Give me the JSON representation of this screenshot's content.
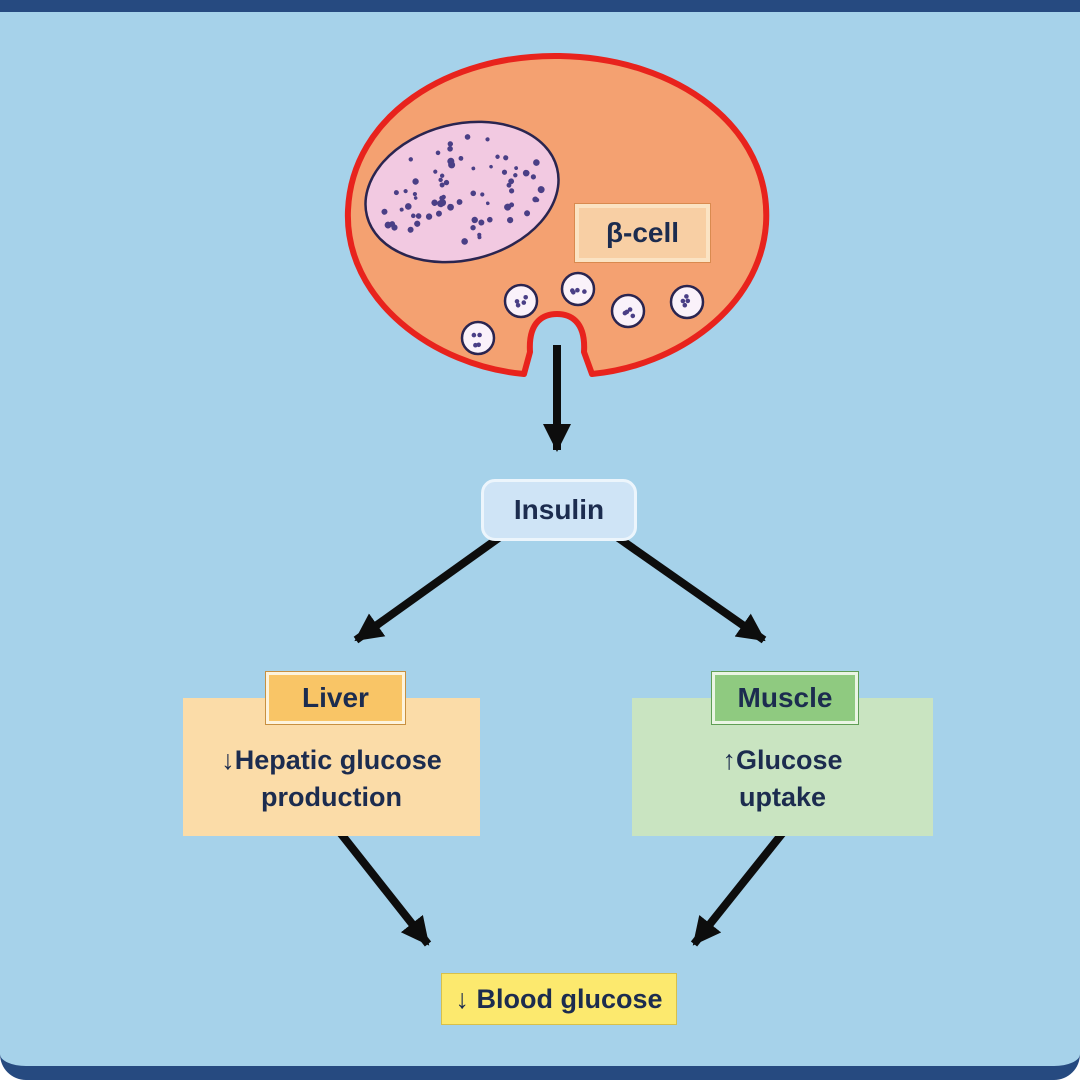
{
  "diagram": {
    "beta_cell_label": "β-cell",
    "insulin_label": "Insulin",
    "liver": {
      "title": "Liver",
      "body_line1": "↓Hepatic glucose",
      "body_line2": "production"
    },
    "muscle": {
      "title": "Muscle",
      "body_line1": "↑Glucose",
      "body_line2": "uptake"
    },
    "outcome_label": "↓ Blood glucose"
  },
  "icons": {
    "decrease": "down-arrow-icon",
    "increase": "up-arrow-icon",
    "flow": "black-arrow-connector"
  },
  "colors": {
    "background": "#a6d2ea",
    "frame": "#264a80",
    "cell_fill": "#f4a171",
    "cell_stroke": "#e8231d",
    "nucleus_fill": "#f2c9e1",
    "nucleus_stroke": "#2a2550",
    "vesicle_fill": "#faf2fa",
    "beta_label_fill": "#f8cfa4",
    "insulin_fill": "#cfe4f6",
    "liver_header_fill": "#f9c566",
    "liver_body_fill": "#fbdca8",
    "muscle_header_fill": "#8fca80",
    "muscle_body_fill": "#c9e4c1",
    "outcome_fill": "#fce96e",
    "text": "#1c2c4f",
    "arrow": "#0d0d0d"
  }
}
